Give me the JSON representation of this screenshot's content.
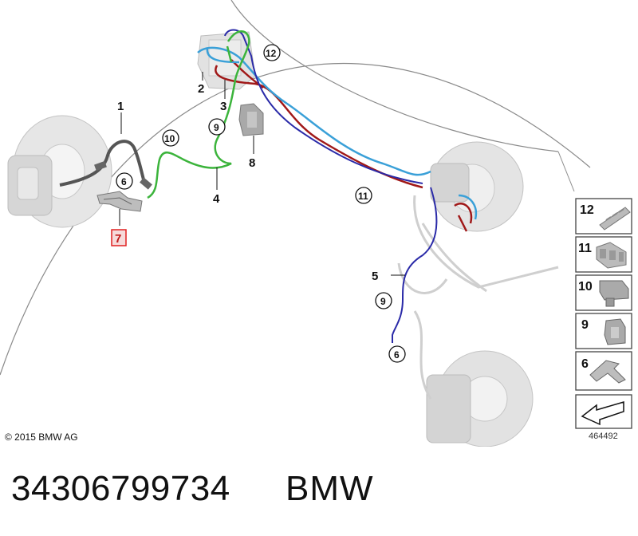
{
  "diagram": {
    "copyright": "© 2015 BMW AG",
    "image_number": "464492",
    "highlighted_callout": "7",
    "callouts": {
      "c1": "1",
      "c2": "2",
      "c3": "3",
      "c4": "4",
      "c5": "5",
      "c7": "7",
      "c8": "8",
      "circ6a": "6",
      "circ6b": "6",
      "circ9a": "9",
      "circ9b": "9",
      "circ10": "10",
      "circ11": "11",
      "circ12": "12"
    },
    "side_panel": [
      {
        "label": "12",
        "icon": "clip-12-icon"
      },
      {
        "label": "11",
        "icon": "clip-11-icon"
      },
      {
        "label": "10",
        "icon": "clip-10-icon"
      },
      {
        "label": "9",
        "icon": "clip-9-icon"
      },
      {
        "label": "6",
        "icon": "bracket-6-icon"
      }
    ],
    "line_colors": {
      "green": "#3cb43c",
      "light_blue": "#3aa0d8",
      "dark_blue": "#2a2aa8",
      "dark_red": "#a01818",
      "grey": "#cfcfcf",
      "highlight": "#e02020"
    }
  },
  "caption": {
    "part_number": "34306799734",
    "brand": "BMW"
  }
}
